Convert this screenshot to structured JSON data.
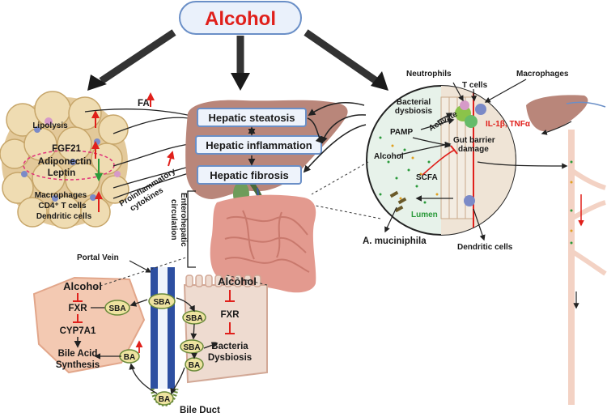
{
  "title": "Alcohol",
  "liver_boxes": [
    "Hepatic steatosis",
    "Hepatic inflammation",
    "Hepatic fibrosis"
  ],
  "adipose": {
    "lipolysis": "Lipolysis",
    "fgf21": "FGF21",
    "adiponectin": "Adiponectin",
    "leptin": "Leptin",
    "macrophages": "Macrophages",
    "cd4": "CD4⁺ T cells",
    "dendritic": "Dendritic cells"
  },
  "fa": "FA",
  "proinflammatory": "Proinflammatory",
  "cytokines": "cytokines",
  "enterohepatic": "Enterohepatic",
  "circulation": "circulation",
  "gut": {
    "neutrophils": "Neutrophils",
    "tcells": "T cells",
    "macrophages": "Macrophages",
    "bacterial": "Bacterial",
    "dysbiosis": "dysbiosis",
    "activate": "Activate",
    "cytokine_list": "IL-1β, TNFα",
    "pamp": "PAMP",
    "gut_barrier": "Gut barrier",
    "damage": "damage",
    "alcohol": "Alcohol",
    "scfa": "SCFA",
    "lumen": "Lumen",
    "amuciniphila": "A. muciniphila",
    "dendritic": "Dendritic cells"
  },
  "bile": {
    "portal_vein": "Portal Vein",
    "alcohol_left": "Alcohol",
    "alcohol_right": "Alcohol",
    "fxr_left": "FXR",
    "fxr_right": "FXR",
    "cyp7a1": "CYP7A1",
    "bile_acid": "Bile Acid",
    "synthesis": "Synthesis",
    "bacteria": "Bacteria",
    "dysbiosis": "Dysbiosis",
    "sba": "SBA",
    "ba": "BA",
    "bile_duct": "Bile Duct"
  },
  "colors": {
    "title_red": "#e0201b",
    "box_border": "#6a8fc7",
    "box_fill": "#eef3fb",
    "liver": "#b9867a",
    "intestine": "#e39a8f",
    "adipose": "#e9d3a6",
    "vessel": "#2d4fa1"
  }
}
